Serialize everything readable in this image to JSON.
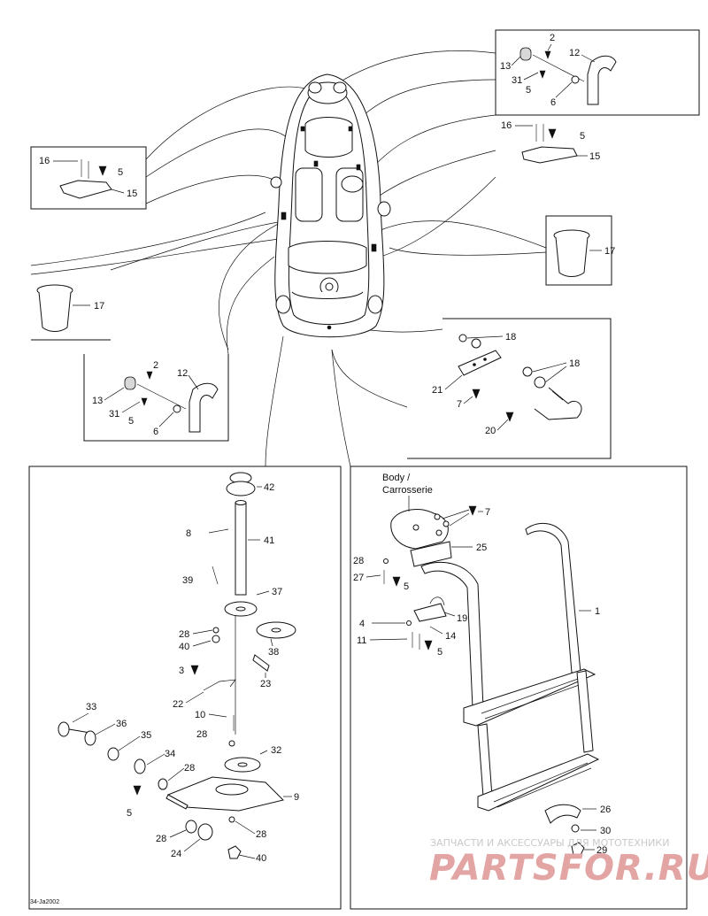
{
  "diagram_code": "34-Ja2002",
  "body_label": [
    "Body /",
    "Carrosserie"
  ],
  "watermark": {
    "top": "ЗАПЧАСТИ И АКСЕССУАРЫ ДЛЯ МОТОТЕХНИКИ",
    "logo": "PARTSFOR.RU"
  },
  "callouts": {
    "top_right_handle": [
      "2",
      "13",
      "12",
      "31",
      "5",
      "6"
    ],
    "top_right_cleat": [
      "16",
      "5",
      "15"
    ],
    "left_cleat": [
      "16",
      "5",
      "15"
    ],
    "right_cup": [
      "17"
    ],
    "left_cup": [
      "17"
    ],
    "left_handle": [
      "2",
      "12",
      "13",
      "31",
      "5",
      "6"
    ],
    "tow_eye": [
      "18",
      "18",
      "21",
      "7",
      "20"
    ],
    "steering_column": [
      "42",
      "8",
      "41",
      "39",
      "37",
      "28",
      "40",
      "38",
      "3",
      "23",
      "22",
      "10",
      "28",
      "32",
      "33",
      "36",
      "35",
      "34",
      "28",
      "5",
      "9",
      "28",
      "28",
      "24",
      "40"
    ],
    "ladder": [
      "7",
      "25",
      "28",
      "27",
      "5",
      "1",
      "19",
      "4",
      "14",
      "11",
      "5",
      "26",
      "30",
      "29"
    ]
  }
}
